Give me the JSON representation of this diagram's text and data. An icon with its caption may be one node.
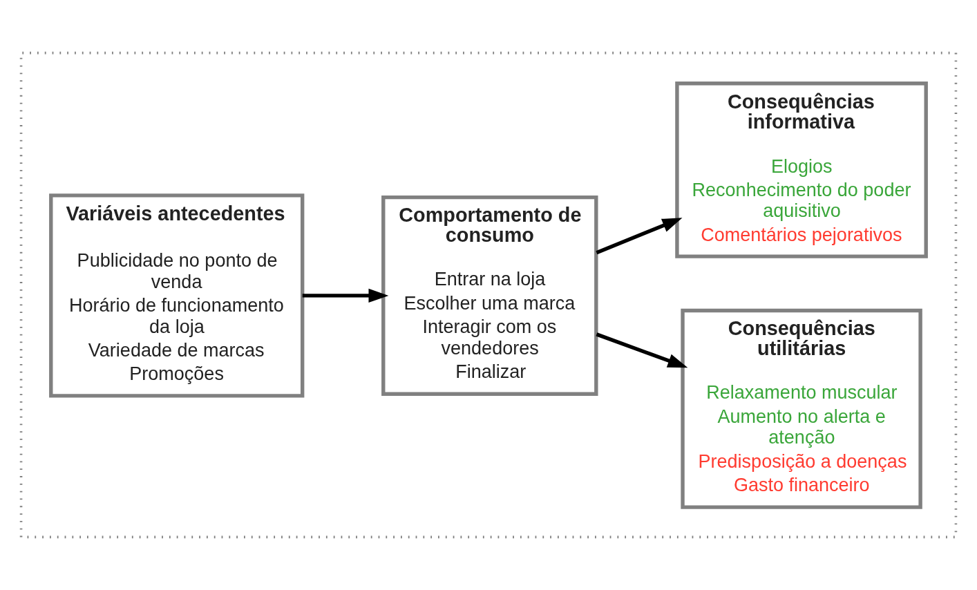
{
  "diagram": {
    "nodes": [
      {
        "text": [],
        "shape": "box"
      },
      {
        "text": [
          "Variáveis antecedentes",
          "Publicidade no ponto de venda",
          "Horário de funcionamento da loja",
          "Variedade de marcas",
          "Promoções"
        ],
        "in": 0
      },
      {
        "text": [
          "Comportamento de consumo",
          "Entrar na loja",
          "Escolher uma marca",
          "Interagir com os vendedores",
          "Finalizar"
        ],
        "in": 0
      },
      {
        "text": [
          "Consequências utilitárias",
          "Relaxamento muscular",
          "Aumento no alerta e atenção",
          "Predisposição a doenças",
          "Gasto financeiro"
        ],
        "in": 0
      },
      {
        "text": [
          "Consequências informativa",
          "Elogios",
          "Reconhecimento do poder aquisitivo",
          "Comentários pejorativos"
        ],
        "in": 0
      }
    ],
    "edges": [
      {
        "from": 1,
        "to": 2,
        "arrow": "to"
      },
      {
        "from": 2,
        "to": 3,
        "arrow": "to"
      },
      {
        "from": 2,
        "to": 4,
        "arrow": "to"
      }
    ]
  }
}
